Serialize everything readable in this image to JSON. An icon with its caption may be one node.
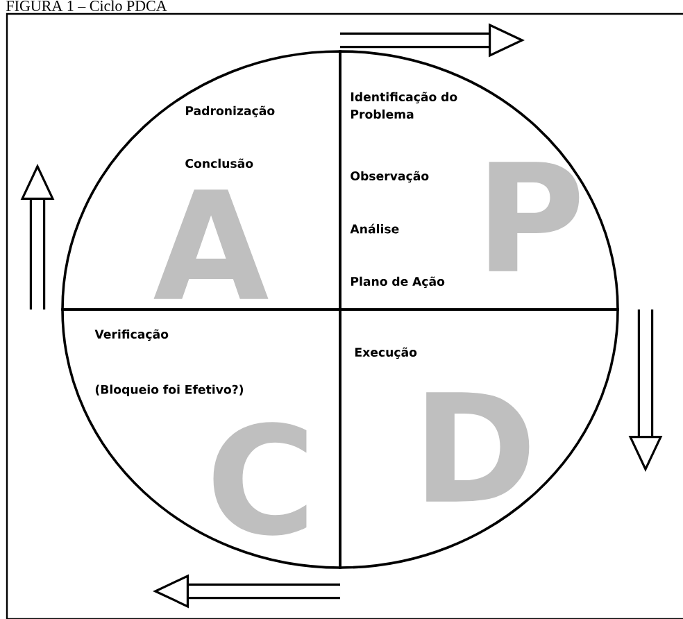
{
  "diagram": {
    "title": "FIGURA 1 – Ciclo PDCA",
    "nodes": [
      {
        "text": [
          "Padronização",
          "Conclusão",
          "A"
        ]
      },
      {
        "text": [
          "Identificação do Problema",
          "Observação",
          "Análise",
          "Plano de Ação",
          "P"
        ]
      },
      {
        "text": [
          "Verificação",
          "(Bloqueio foi Efetivo?)",
          "C"
        ]
      },
      {
        "text": [
          "Execução",
          "D"
        ]
      }
    ]
  }
}
